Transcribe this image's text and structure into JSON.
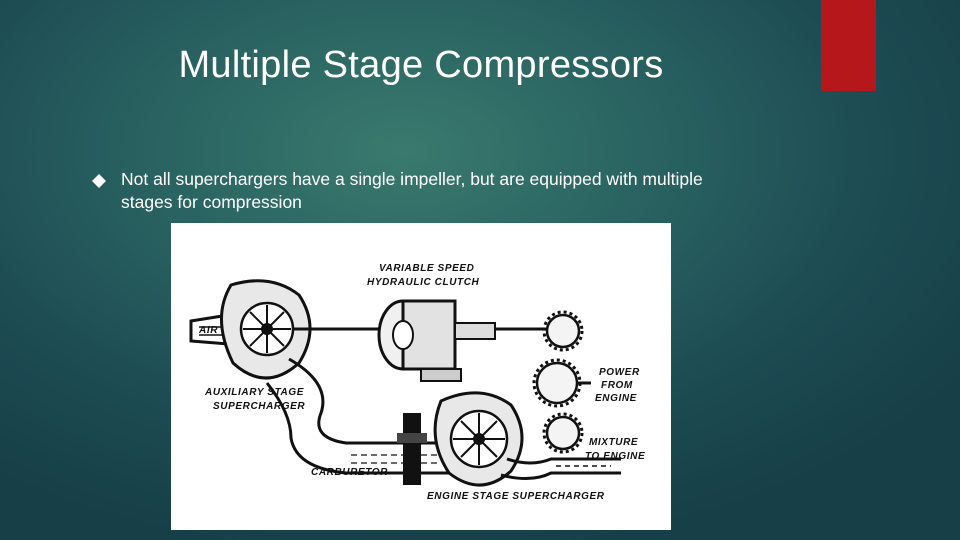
{
  "slide": {
    "title": "Multiple Stage Compressors",
    "bullet": "Not all superchargers have a single impeller, but are equipped with multiple stages for compression",
    "accent_color": "#b5171a"
  },
  "diagram": {
    "labels": {
      "clutch_line1": "VARIABLE SPEED",
      "clutch_line2": "HYDRAULIC CLUTCH",
      "air": "AIR",
      "aux_line1": "AUXILIARY STAGE",
      "aux_line2": "SUPERCHARGER",
      "power_line1": "POWER",
      "power_line2": "FROM",
      "power_line3": "ENGINE",
      "mixture_line1": "MIXTURE",
      "mixture_line2": "TO ENGINE",
      "carburetor": "CARBURETOR",
      "engine_stage": "ENGINE STAGE SUPERCHARGER"
    }
  }
}
